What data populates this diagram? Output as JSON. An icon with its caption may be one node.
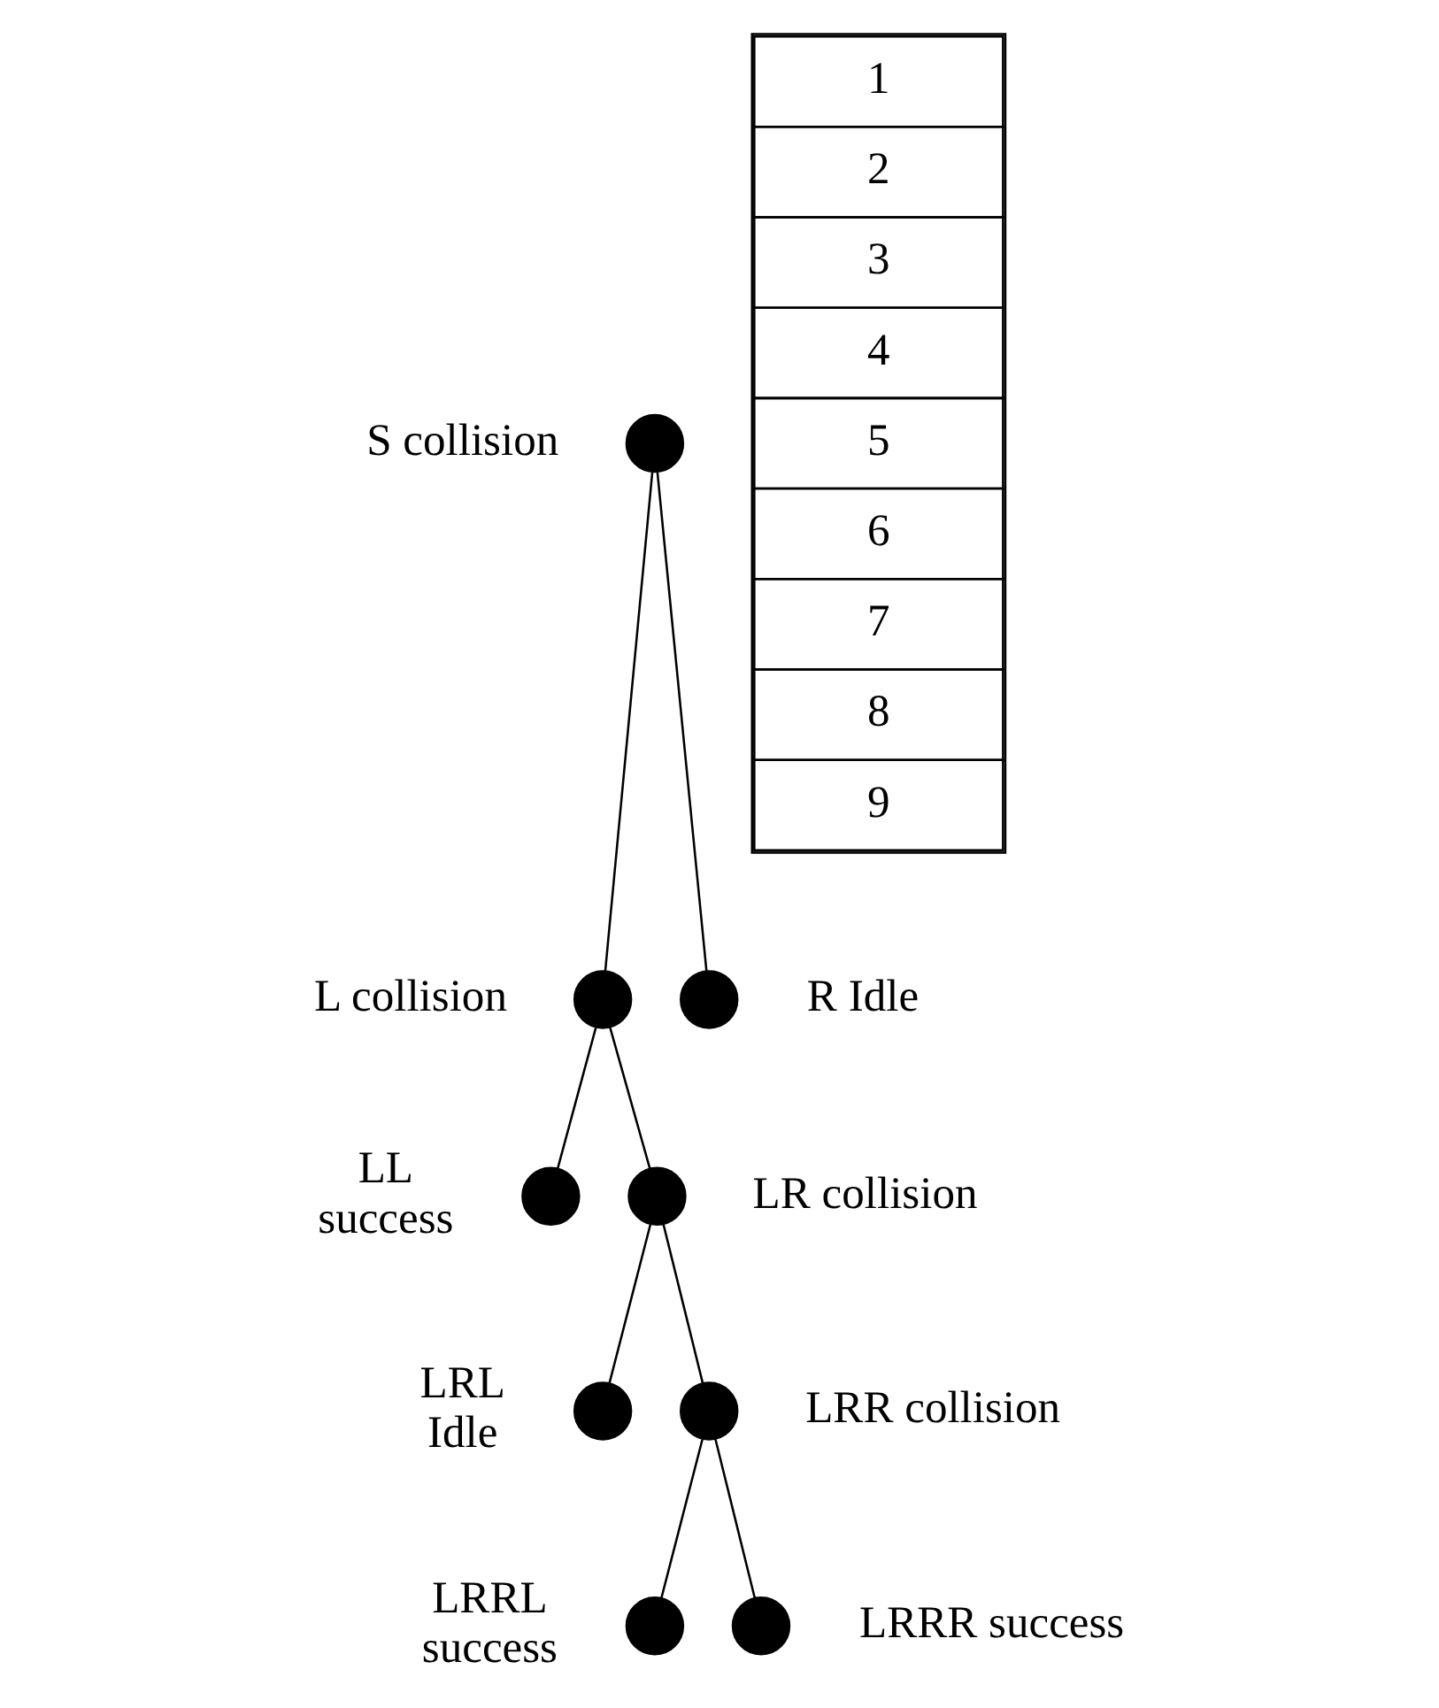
{
  "diagram": {
    "nodes": [
      {
        "text": [],
        "shape": "circle",
        "beside": [
          "S collision"
        ]
      },
      {
        "text": [],
        "shape": "circle",
        "beside": [
          "L collision"
        ]
      },
      {
        "text": [],
        "shape": "circle",
        "beside": [
          "R Idle"
        ]
      },
      {
        "text": [],
        "shape": "circle",
        "beside": [
          "LL",
          "success"
        ]
      },
      {
        "text": [],
        "shape": "circle",
        "beside": [
          "LR collision"
        ]
      },
      {
        "text": [],
        "shape": "circle",
        "beside": [
          "LRL",
          "Idle"
        ]
      },
      {
        "text": [],
        "shape": "circle",
        "beside": [
          "LRR collision"
        ]
      },
      {
        "text": [],
        "shape": "circle",
        "beside": [
          "LRRL",
          "success"
        ]
      },
      {
        "text": [],
        "shape": "circle",
        "beside": [
          "LRRR success"
        ]
      }
    ],
    "edges": [
      {
        "from": 0,
        "to": 1,
        "arrow": "none"
      },
      {
        "from": 0,
        "to": 2,
        "arrow": "none"
      },
      {
        "from": 1,
        "to": 3,
        "arrow": "none"
      },
      {
        "from": 1,
        "to": 4,
        "arrow": "none"
      },
      {
        "from": 4,
        "to": 5,
        "arrow": "none"
      },
      {
        "from": 4,
        "to": 6,
        "arrow": "none"
      },
      {
        "from": 6,
        "to": 7,
        "arrow": "none"
      },
      {
        "from": 6,
        "to": 8,
        "arrow": "none"
      }
    ],
    "labels": [
      "1",
      "2",
      "3",
      "4",
      "5",
      "6",
      "7",
      "8",
      "9"
    ]
  }
}
